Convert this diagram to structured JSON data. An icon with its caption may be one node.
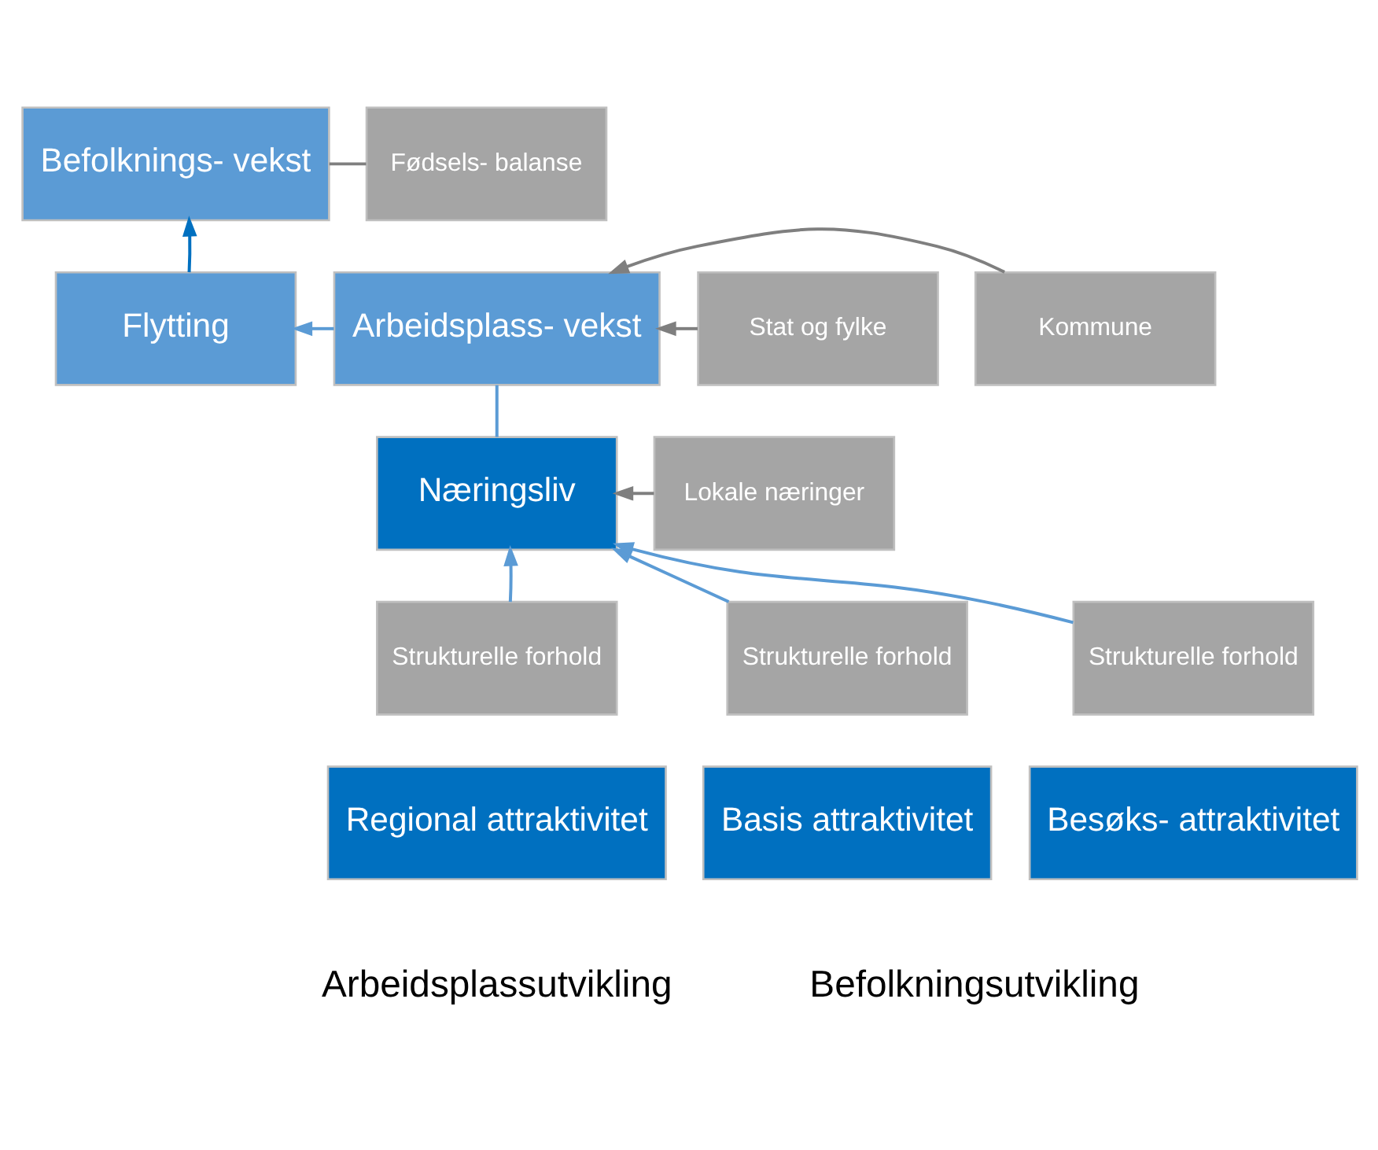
{
  "diagram": {
    "nodes": [
      {
        "text": [
          "Befolknings- vekst"
        ]
      },
      {
        "text": [
          "Fødsels- balanse"
        ]
      },
      {
        "text": [
          "Stat og fylke"
        ]
      },
      {
        "text": [
          "Arbeidsplass- vekst"
        ]
      },
      {
        "text": [
          "Flytting"
        ]
      },
      {
        "text": [
          "Kommune"
        ]
      },
      {
        "text": [
          "Lokale næringer"
        ]
      },
      {
        "text": [
          "Næringsliv"
        ]
      },
      {
        "text": [
          "Strukturelle forhold"
        ]
      },
      {
        "text": [
          "Strukturelle forhold"
        ]
      },
      {
        "text": [
          "Strukturelle forhold"
        ]
      },
      {
        "text": [
          "Basis attraktivitet"
        ]
      },
      {
        "text": [
          "Regional attraktivitet"
        ]
      },
      {
        "text": [
          "Besøks- attraktivitet"
        ]
      }
    ],
    "edges": [
      {
        "from": 2,
        "to": 3,
        "arrow": "to",
        "color": "#7f7f7f"
      },
      {
        "from": 5,
        "to": 3,
        "arrow": "to",
        "color": "#7f7f7f"
      },
      {
        "from": 6,
        "to": 7,
        "arrow": "to",
        "color": "#7f7f7f"
      },
      {
        "from": 3,
        "to": 7,
        "arrow": "none"
      },
      {
        "from": 3,
        "to": 4,
        "arrow": "to"
      },
      {
        "from": 4,
        "to": 0,
        "arrow": "to",
        "color": "#0070c0"
      },
      {
        "from": 0,
        "to": 1,
        "arrow": "none",
        "color": "#7f7f7f"
      },
      {
        "from": 8,
        "to": 7,
        "arrow": "to"
      },
      {
        "from": 9,
        "to": 7,
        "arrow": "to"
      },
      {
        "from": 10,
        "to": 7,
        "arrow": "to"
      }
    ],
    "labels": [
      "Arbeidsplassutvikling",
      "Befolkningsutvikling"
    ]
  }
}
